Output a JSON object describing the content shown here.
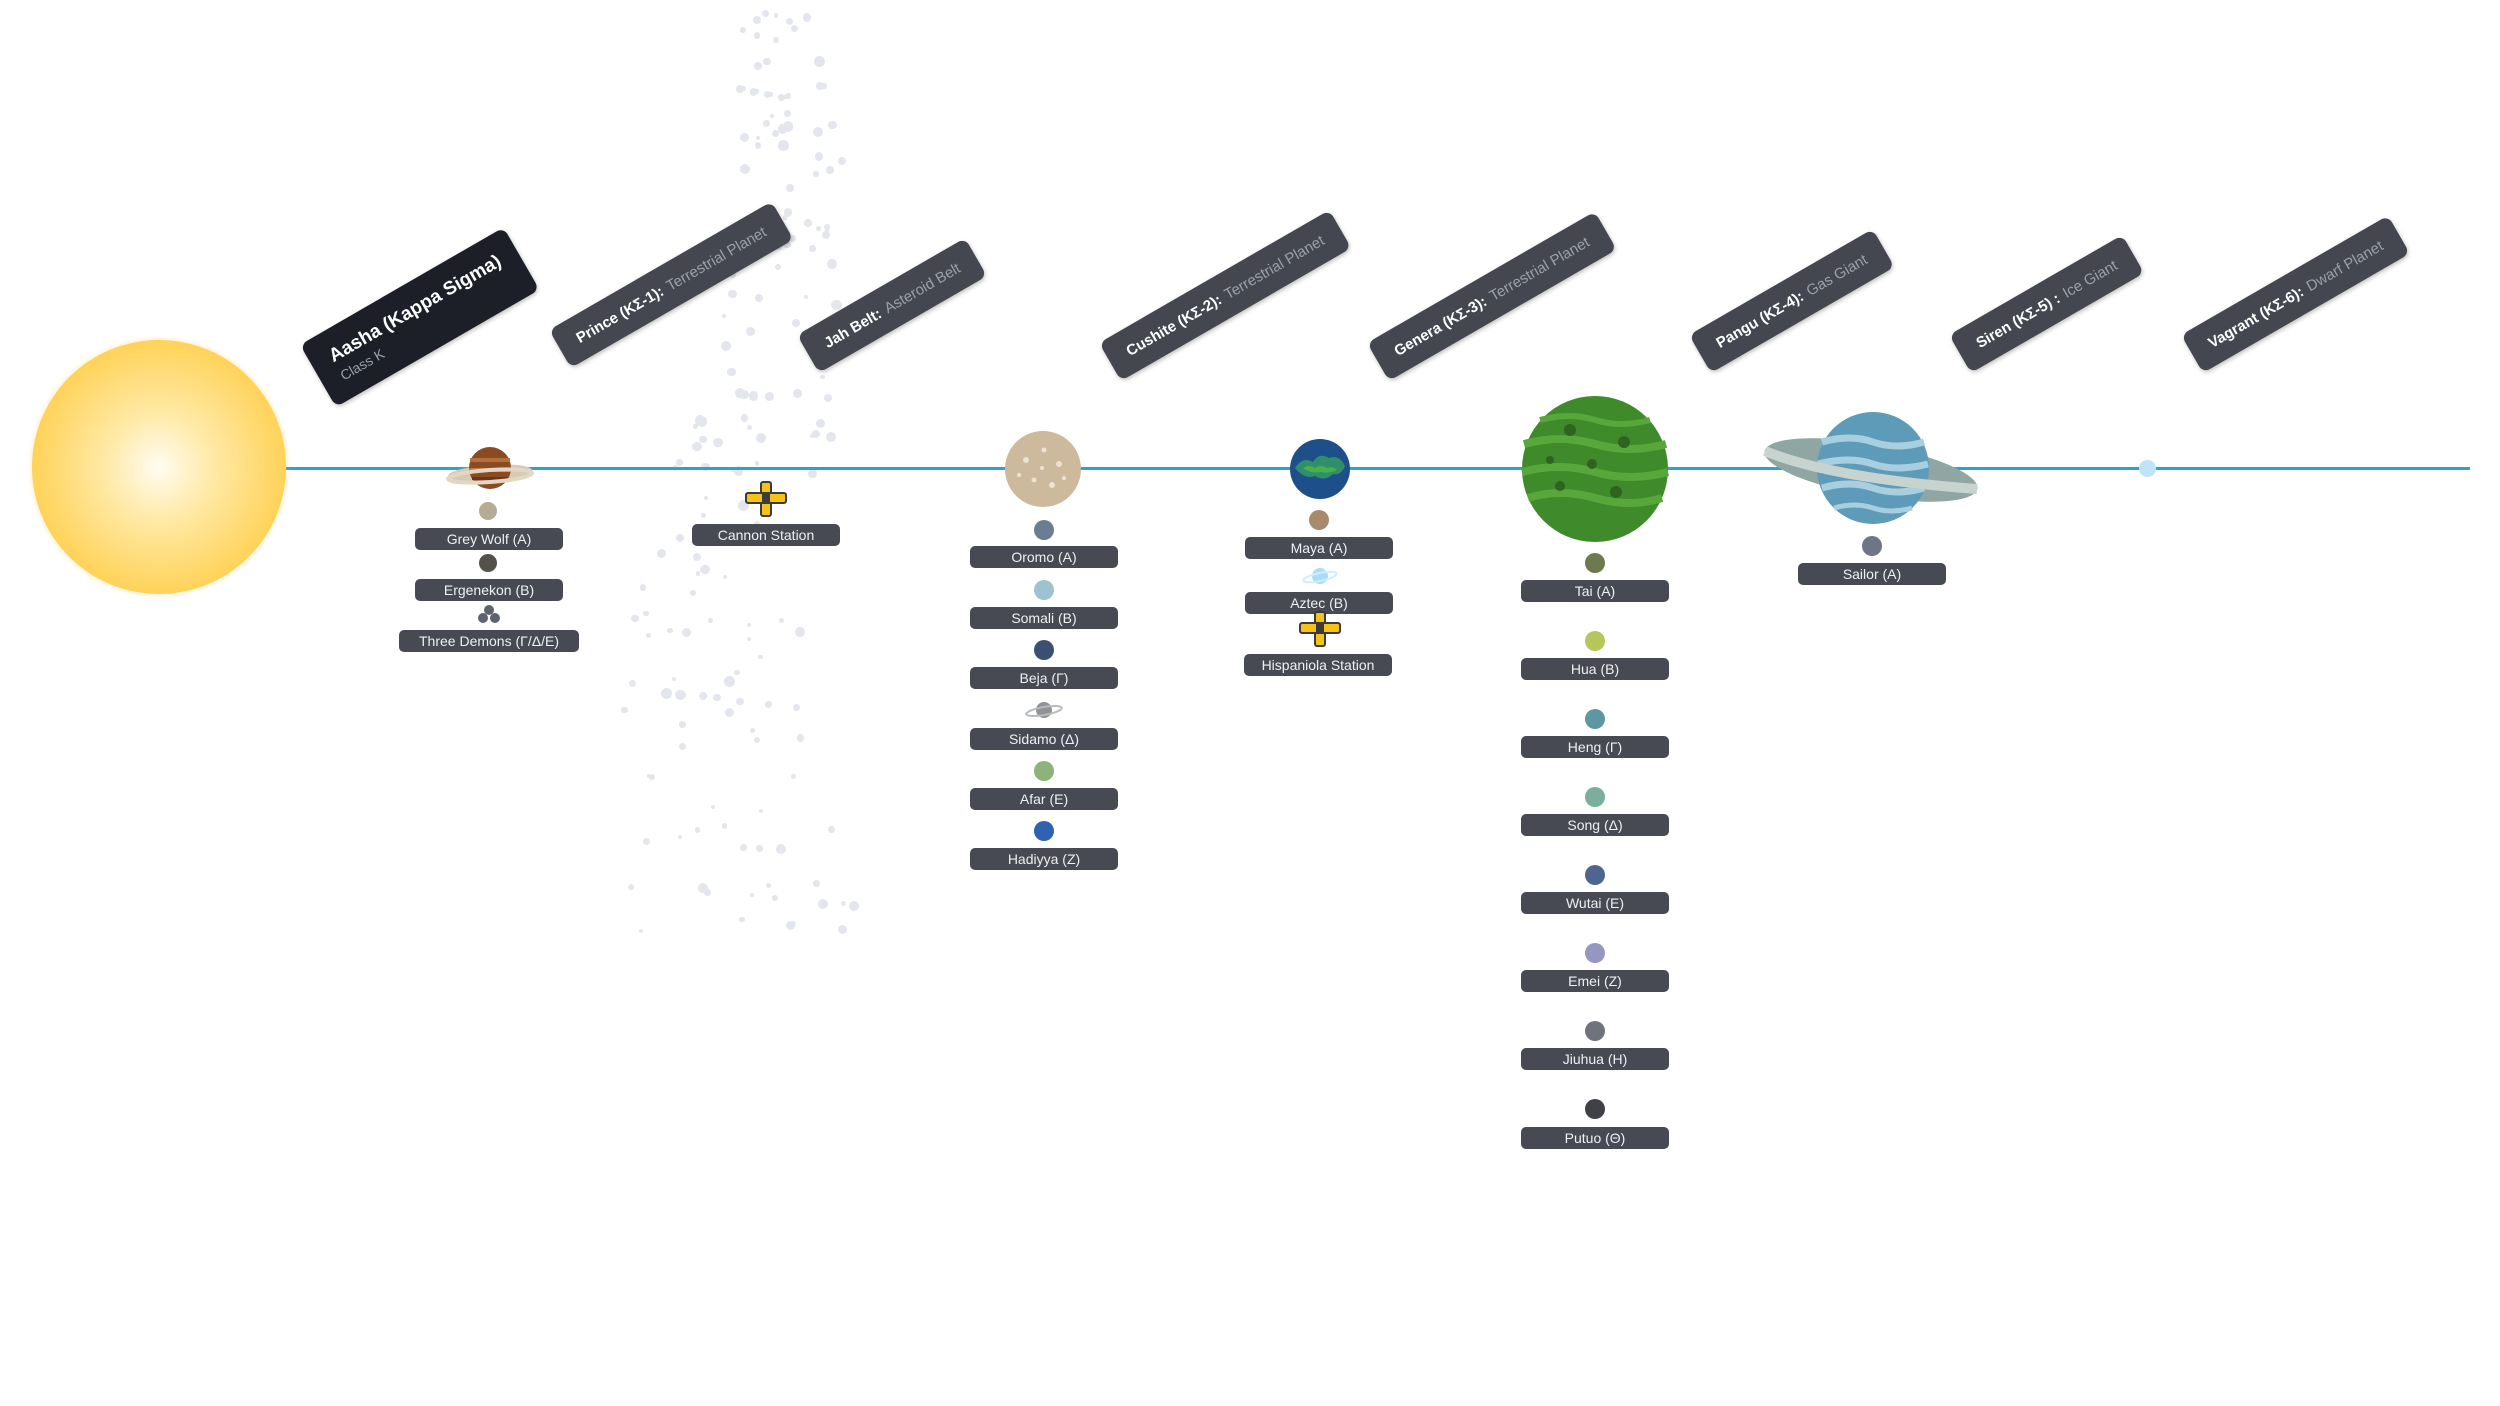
{
  "star": {
    "name": "Aasha (Kappa Sigma)",
    "class": "Class K"
  },
  "bodies": [
    {
      "id": "prince",
      "name": "Prince (ΚΣ-1):",
      "type": "Terrestrial Planet",
      "moons": [
        "Grey Wolf (Α)",
        "Ergenekon (Β)",
        "Three Demons (Γ/Δ/Ε)"
      ]
    },
    {
      "id": "jah",
      "name": "Jah Belt:",
      "type": "Asteroid Belt",
      "moons": [
        "Cannon Station"
      ]
    },
    {
      "id": "cushite",
      "name": "Cushite (ΚΣ-2):",
      "type": "Terrestrial Planet",
      "moons": [
        "Oromo (Α)",
        "Somali (Β)",
        "Beja (Γ)",
        "Sidamo (Δ)",
        "Afar (Ε)",
        "Hadiyya (Ζ)"
      ]
    },
    {
      "id": "genera",
      "name": "Genera (ΚΣ-3):",
      "type": "Terrestrial Planet",
      "moons": [
        "Maya (Α)",
        "Aztec (Β)",
        "Hispaniola Station"
      ]
    },
    {
      "id": "pangu",
      "name": "Pangu (ΚΣ-4):",
      "type": "Gas Giant",
      "moons": [
        "Tai (Α)",
        "Hua (Β)",
        "Heng (Γ)",
        "Song (Δ)",
        "Wutai (Ε)",
        "Emei (Ζ)",
        "Jiuhua (Η)",
        "Putuo (Θ)"
      ]
    },
    {
      "id": "siren",
      "name": "Siren (ΚΣ-5) :",
      "type": "Ice Giant",
      "moons": [
        "Sailor (Α)"
      ]
    },
    {
      "id": "vagrant",
      "name": "Vagrant (ΚΣ-6):",
      "type": "Dwarf Planet",
      "moons": []
    }
  ],
  "colors": {
    "orbit": "#2aa5c7",
    "sun": "#ffd35a",
    "label": "#474a52"
  }
}
